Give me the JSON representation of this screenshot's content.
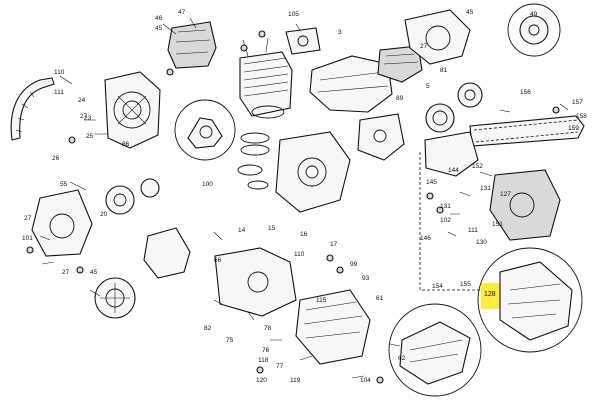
{
  "diagram": {
    "highlight_color": "#ffeb3b",
    "highlighted_part": "128",
    "part_numbers": {
      "p1": "46",
      "p2": "45",
      "p3": "47",
      "p4": "105",
      "p5": "3",
      "p6": "27",
      "p7": "81",
      "p8": "45",
      "p9": "89",
      "p10": "5",
      "p11": "110",
      "p12": "24",
      "p13": "23",
      "p14": "25",
      "p15": "111",
      "p16": "26",
      "p17": "27",
      "p18": "86",
      "p19": "27",
      "p20": "55",
      "p21": "20",
      "p22": "101",
      "p23": "27",
      "p24": "45",
      "p25": "100",
      "p26": "66",
      "p27": "14",
      "p28": "15",
      "p29": "16",
      "p30": "17",
      "p31": "110",
      "p32": "99",
      "p33": "93",
      "p34": "61",
      "p35": "115",
      "p36": "82",
      "p37": "75",
      "p38": "76",
      "p39": "78",
      "p40": "77",
      "p41": "118",
      "p42": "120",
      "p43": "119",
      "p44": "62",
      "p45": "104",
      "p46": "49",
      "p47": "156",
      "p48": "157",
      "p49": "158",
      "p50": "159",
      "p51": "152",
      "p52": "145",
      "p53": "144",
      "p54": "151",
      "p55": "146",
      "p56": "154",
      "p57": "155",
      "p58": "128",
      "p59": "131",
      "p60": "102",
      "p61": "111",
      "p62": "130",
      "p63": "131",
      "p64": "127"
    }
  }
}
